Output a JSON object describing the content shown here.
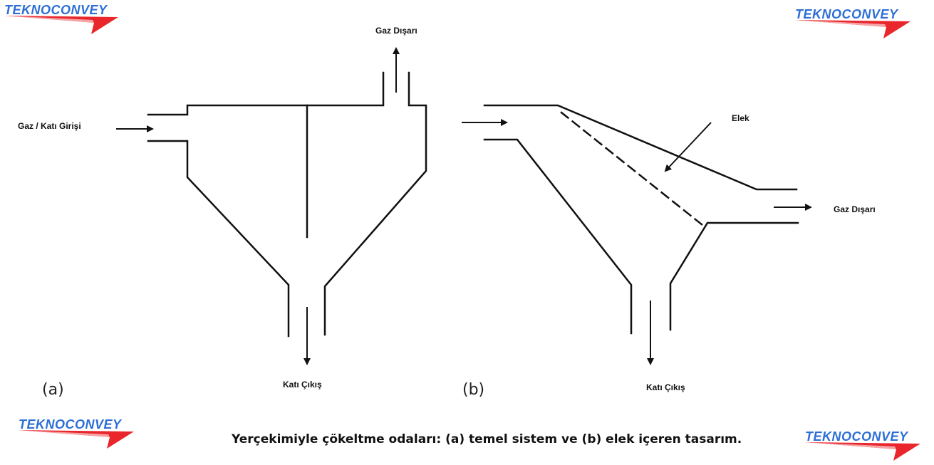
{
  "logos": {
    "brand": "TEKNOCONVEY",
    "brand_color": "#2d6fd6",
    "swoosh_color": "#e8262c"
  },
  "diagram_a": {
    "panel_label": "(a)",
    "inlet_label": "Gaz / Katı Girişi",
    "gas_out_label": "Gaz Dışarı",
    "solid_out_label": "Katı Çıkış"
  },
  "diagram_b": {
    "panel_label": "(b)",
    "screen_label": "Elek",
    "gas_out_label": "Gaz Dışarı",
    "solid_out_label": "Katı Çıkış"
  },
  "caption": "Yerçekimiyle çökeltme odaları: (a) temel sistem ve (b) elek içeren tasarım."
}
